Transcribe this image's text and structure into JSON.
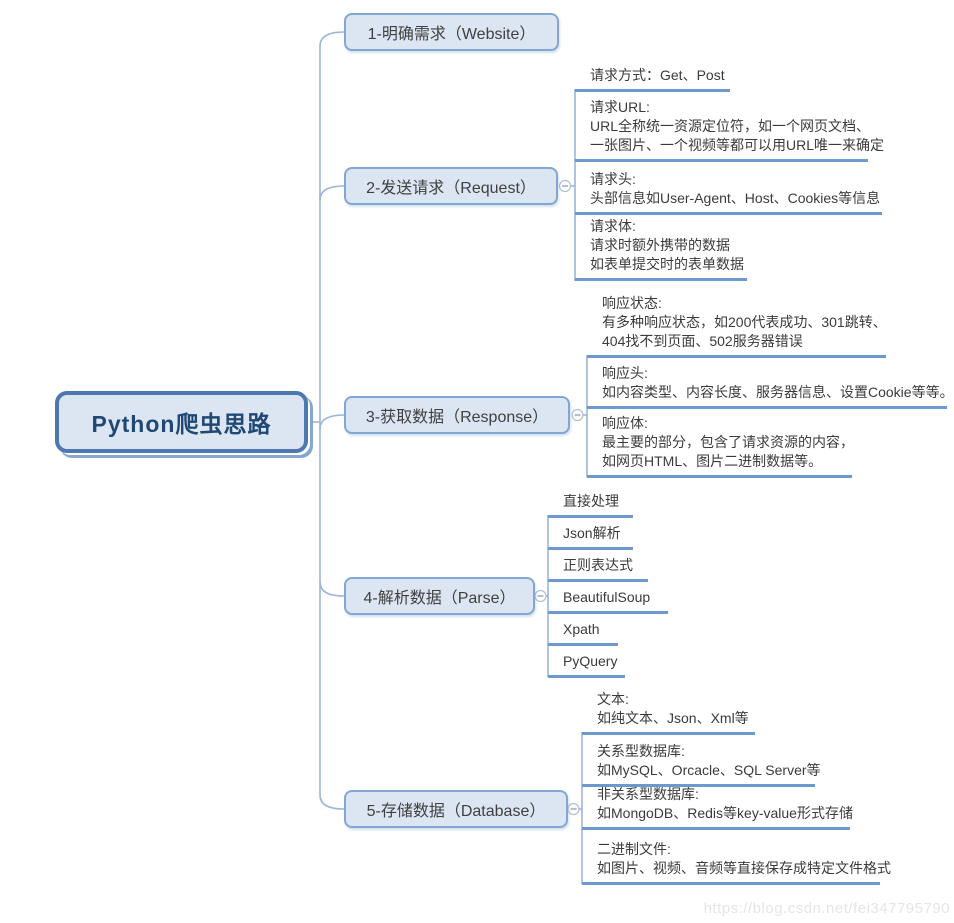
{
  "root": {
    "label": "Python爬虫思路"
  },
  "branches": [
    {
      "label": "1-明确需求（Website）",
      "children": []
    },
    {
      "label": "2-发送请求（Request）",
      "collapse_icon": "minus",
      "children": [
        {
          "lines": [
            "请求方式：Get、Post"
          ]
        },
        {
          "lines": [
            "请求URL:",
            "URL全称统一资源定位符，如一个网页文档、",
            "一张图片、一个视频等都可以用URL唯一来确定"
          ]
        },
        {
          "lines": [
            "请求头:",
            "头部信息如User-Agent、Host、Cookies等信息"
          ]
        },
        {
          "lines": [
            "请求体:",
            "请求时额外携带的数据",
            "如表单提交时的表单数据"
          ]
        }
      ]
    },
    {
      "label": "3-获取数据（Response）",
      "collapse_icon": "minus",
      "children": [
        {
          "lines": [
            "响应状态:",
            "有多种响应状态，如200代表成功、301跳转、",
            "404找不到页面、502服务器错误"
          ]
        },
        {
          "lines": [
            "响应头:",
            "如内容类型、内容长度、服务器信息、设置Cookie等等。"
          ]
        },
        {
          "lines": [
            "响应体:",
            "最主要的部分，包含了请求资源的内容，",
            "如网页HTML、图片二进制数据等。"
          ]
        }
      ]
    },
    {
      "label": "4-解析数据（Parse）",
      "collapse_icon": "minus",
      "children": [
        {
          "lines": [
            "直接处理"
          ]
        },
        {
          "lines": [
            "Json解析"
          ]
        },
        {
          "lines": [
            "正则表达式"
          ]
        },
        {
          "lines": [
            "BeautifulSoup"
          ]
        },
        {
          "lines": [
            "Xpath"
          ]
        },
        {
          "lines": [
            "PyQuery"
          ]
        }
      ]
    },
    {
      "label": "5-存储数据（Database）",
      "collapse_icon": "minus",
      "children": [
        {
          "lines": [
            "文本:",
            "如纯文本、Json、Xml等"
          ]
        },
        {
          "lines": [
            "关系型数据库:",
            "如MySQL、Orcacle、SQL Server等"
          ]
        },
        {
          "lines": [
            "非关系型数据库:",
            "如MongoDB、Redis等key-value形式存储"
          ]
        },
        {
          "lines": [
            "二进制文件:",
            "如图片、视频、音频等直接保存成特定文件格式"
          ]
        }
      ]
    }
  ],
  "watermark": "https://blog.csdn.net/fei347795790",
  "colors": {
    "node_fill": "#dce6f2",
    "node_border": "#82a7d2",
    "root_border": "#4d79ae",
    "root_text": "#1f4873",
    "branch_text": "#404040",
    "leaf_text": "#3b3b3b",
    "underline": "#6d99cf",
    "connector": "#9ab5d9",
    "watermark_text": "#e5e5e8"
  }
}
